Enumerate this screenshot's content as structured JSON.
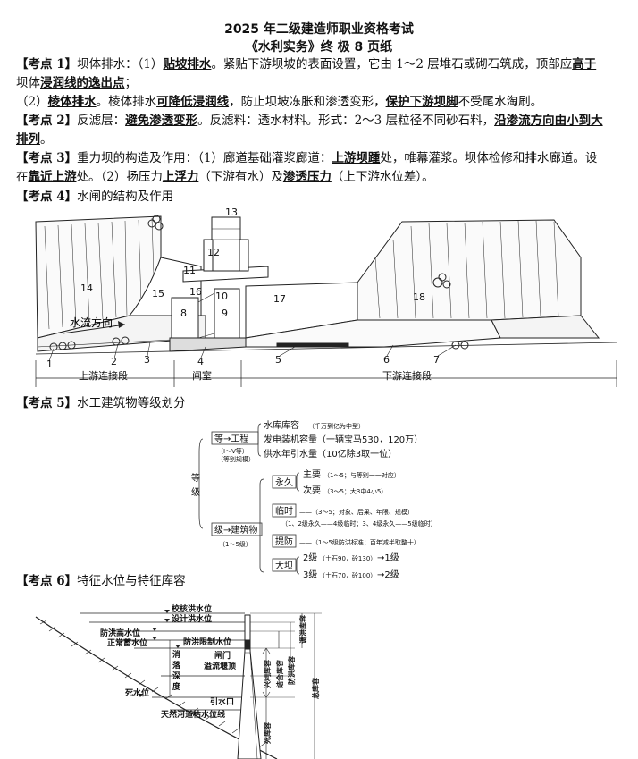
{
  "doc": {
    "title1": "2025 年二级建造师职业资格考试",
    "title2": "《水利实务》终 极 8 页纸"
  },
  "kp1": {
    "tag": "【考点 1】",
    "a": "坝体排水：（1）",
    "b": "贴坡排水",
    "c": "。紧贴下游坝坡的表面设置，它由 1～2 层堆石或砌石筑成，顶部应",
    "d": "高于",
    "e": "坝体",
    "f": "浸润线的逸出点",
    "g": "；",
    "h": "（2）",
    "i": "棱体排水",
    "j": "。棱体排水",
    "k": "可降低浸润线",
    "l": "，防止坝坡冻胀和渗透变形，",
    "m": "保护下游坝脚",
    "n": "不受尾水淘刷。"
  },
  "kp2": {
    "tag": "【考点 2】",
    "a": "反滤层：",
    "b": "避免渗透变形",
    "c": "。反滤料：透水材料。形式：2～3 层粒径不同砂石料，",
    "d": "沿渗流方向由小到大",
    "e": "排列",
    "f": "。"
  },
  "kp3": {
    "tag": "【考点 3】",
    "a": "重力坝的构造及作用：（1）廊道基础灌浆廊道：",
    "b": "上游坝踵",
    "c": "处，帷幕灌浆。坝体检修和排水廊道。设",
    "d": "在",
    "e": "靠近上游",
    "f": "处。（2）扬压力",
    "g": "上浮力",
    "h": "（下游有水）及",
    "i": "渗透压力",
    "j": "（上下游水位差）。"
  },
  "kp4": {
    "tag": "【考点 4】",
    "text": "水闸的结构及作用",
    "flow": "水流方向",
    "seg_up": "上游连接段",
    "seg_mid": "闸室",
    "seg_down": "下游连接段",
    "nums": [
      "1",
      "2",
      "3",
      "4",
      "5",
      "6",
      "7",
      "8",
      "9",
      "10",
      "11",
      "12",
      "13",
      "14",
      "15",
      "16",
      "17",
      "18"
    ]
  },
  "kp5": {
    "tag": "【考点 5】",
    "text": "水工建筑物等级划分",
    "root": "等",
    "root2": "级",
    "proj": "等→工程",
    "proj_sub1": "（Ⅰ～Ⅴ等）",
    "proj_sub2": "（等别规模）",
    "p1": "水库库容",
    "p1s": "（千万到亿为中型）",
    "p2": "发电装机容量（一辆宝马530，120万）",
    "p3": "供水年引水量（10亿除3取一位）",
    "bld": "级→建筑物",
    "bld_sub": "（1～5级）",
    "perm": "永久",
    "main": "主要",
    "main_s": "（1～5；与等别一一对应）",
    "sec": "次要",
    "sec_s": "（3～5；大3中4小5）",
    "temp": "临时",
    "temp_s1": "——（3～5；对象、后果、年限、规模）",
    "temp_s2": "（1、2级永久——4级临时；3、4级永久——5级临时）",
    "levee": "提防",
    "levee_s": "——（1～5级防洪标准；百年减半取整十）",
    "dam": "大坝",
    "dam1": "2级",
    "dam1s": "（土石90，砼130）",
    "dam1e": "→1级",
    "dam2": "3级",
    "dam2s": "（土石70，砼100）",
    "dam2e": "→2级"
  },
  "kp6": {
    "tag": "【考点 6】",
    "text": "特征水位与特征库容",
    "w1": "校核洪水位",
    "w2": "设计洪水位",
    "w3": "防洪高水位",
    "w4": "正常蓄水位",
    "w5": "防洪限制水位",
    "w6": "消",
    "w7": "落",
    "w8": "深",
    "w9": "度",
    "w10": "闸门",
    "w11": "溢流堰顶",
    "w12": "死水位",
    "w13": "引水口",
    "w14": "天然河道枯水位线",
    "v1": "兴利库容",
    "v2": "结合库容",
    "v3": "防洪库容",
    "v4": "调洪库容",
    "v5": "总库容",
    "v6": "死库容"
  }
}
